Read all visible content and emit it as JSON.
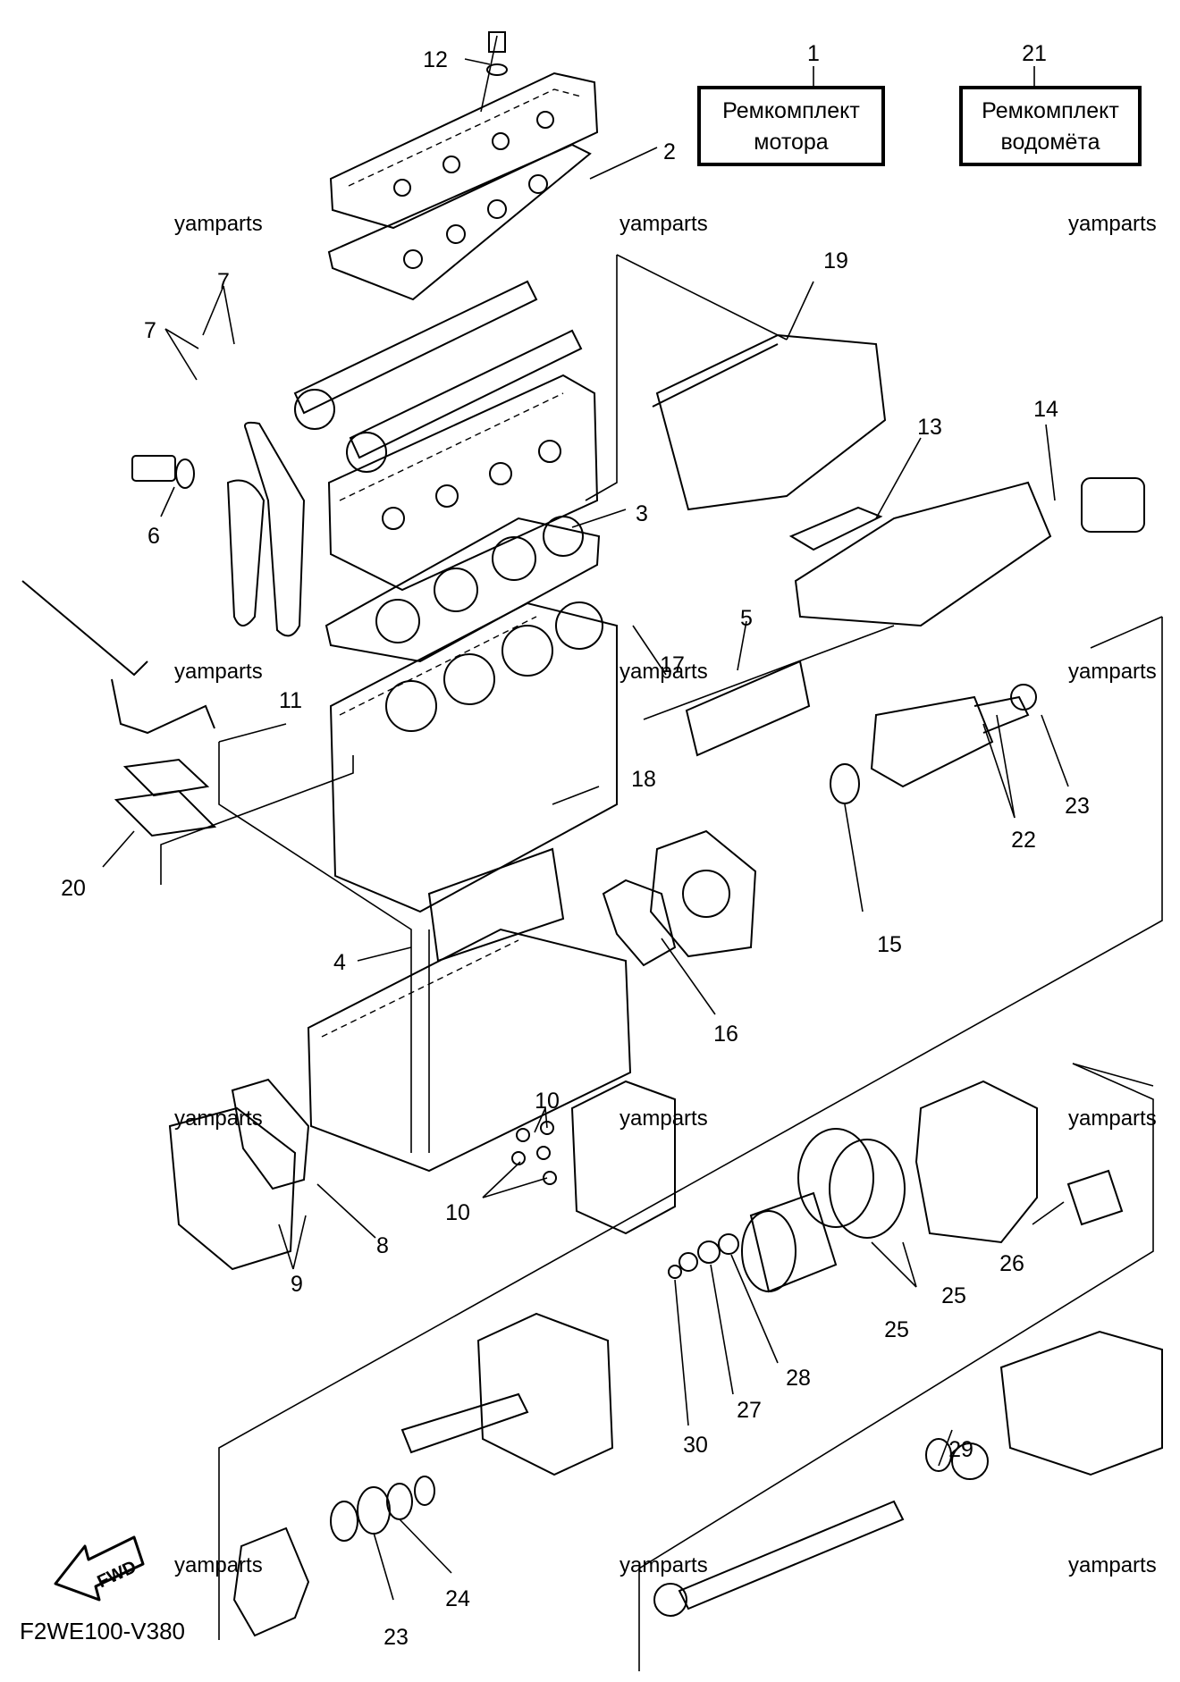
{
  "diagram_code": "F2WE100-V380",
  "direction_marker": "FWD",
  "watermark": "yamparts",
  "kits": [
    {
      "number": "1",
      "line1": "Ремкомплект",
      "line2": "мотора"
    },
    {
      "number": "21",
      "line1": "Ремкомплект",
      "line2": "водомёта"
    }
  ],
  "callouts": [
    "2",
    "3",
    "4",
    "5",
    "6",
    "7",
    "7",
    "8",
    "9",
    "10",
    "10",
    "11",
    "12",
    "13",
    "14",
    "15",
    "16",
    "17",
    "18",
    "19",
    "20",
    "22",
    "23",
    "23",
    "24",
    "25",
    "25",
    "26",
    "27",
    "28",
    "29",
    "30"
  ]
}
